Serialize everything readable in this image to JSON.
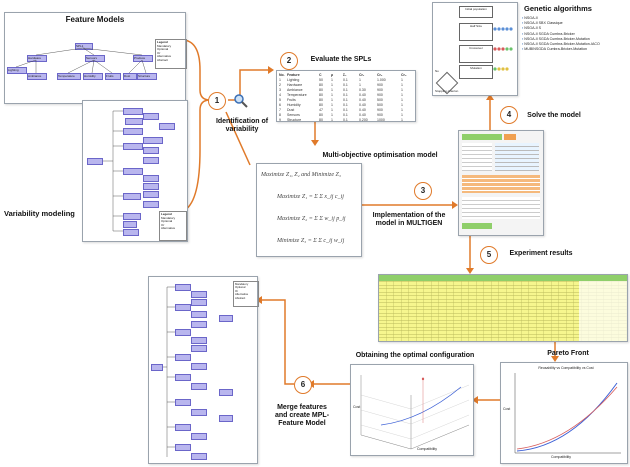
{
  "labels": {
    "feature_models": "Feature Models",
    "variability_modeling": "Variability modeling",
    "identification": "Identification of variability",
    "evaluate": "Evaluate the SPLs",
    "mo_model": "Multi-objective optimisation model",
    "implementation": "Implementation of the model  in MULTIGEN",
    "solve": "Solve the model",
    "genetic": "Genetic algorithms",
    "experiment": "Experiment results",
    "pareto": "Pareto Front",
    "optimal": "Obtaining the optimal configuration",
    "merge": "Merge features and create MPL-Feature Model"
  },
  "steps": [
    "1",
    "2",
    "3",
    "4",
    "5",
    "6"
  ],
  "feature_model": {
    "root": "SPL1",
    "level1": [
      "Hardware",
      "Sensors",
      "Produce"
    ],
    "level2": [
      "Lighting",
      "Ambiance",
      "Temperature",
      "Humidity",
      "Fruits",
      "Dust",
      "Structure"
    ],
    "legend_title": "Legend",
    "legend_items": [
      "Mandatory",
      "Optional",
      "Or",
      "Alternative",
      "Abstract",
      "Concrete"
    ]
  },
  "spl_table": {
    "headers": [
      "No.",
      "Feature",
      "C",
      "ρ",
      "Σ₁",
      "Cr₁",
      "Cr₂",
      "Cr₃"
    ],
    "rows": [
      [
        "1",
        "Lighting",
        "50",
        "1",
        "0.1",
        "1",
        "1.000",
        "1"
      ],
      [
        "2",
        "Hardware",
        "80",
        "1",
        "0.1",
        "1",
        "900",
        "1"
      ],
      [
        "3",
        "Ambiance",
        "80",
        "1",
        "0.1",
        "0.30",
        "900",
        "1"
      ],
      [
        "4",
        "Temperature",
        "80",
        "1",
        "0.1",
        "0.40",
        "900",
        "1"
      ],
      [
        "5",
        "Fruits",
        "80",
        "1",
        "0.1",
        "0.40",
        "500",
        "1"
      ],
      [
        "6",
        "Humidity",
        "80",
        "1",
        "0.1",
        "0.40",
        "500",
        "1"
      ],
      [
        "7",
        "Dust",
        "47",
        "1",
        "0.1",
        "0.40",
        "900",
        "1"
      ],
      [
        "8",
        "Sensors",
        "80",
        "1",
        "0.1",
        "0.40",
        "900",
        "1"
      ],
      [
        "9",
        "Structure",
        "80",
        "1",
        "0.1",
        "0.200",
        "1000",
        "1"
      ]
    ]
  },
  "equations": {
    "line1": "Maximize  Z₁, Z₂  and  Minimize  Z₃",
    "line2": "Maximize  Z₁ = Σ Σ x_ij c_ij",
    "line3": "Maximize  Z₂ = Σ Σ w_ij p_ij",
    "line4": "Minimize  Z₃ = Σ Σ c_ij w_ij"
  },
  "genetic_algorithms_list": [
    "NSGA-II",
    "NSGA-II SBX Classique",
    "NSGA-II S",
    "NSGA-II SGDA Cumbra-Bricker",
    "NSGA-II SGDA Cumbra-Bricker-Mutation",
    "NSGA-II SGDA Cumbra-Bricker-Mutation-IACO",
    "MUBINSGDA Cumbra-Bricker-Mutation"
  ],
  "gui_labels": [
    "Initial population",
    "Half Size",
    "Crossover",
    "Mutation",
    "Stopping criterion",
    "No"
  ],
  "pareto_title": "Reusability vs Compatibility vs Cost",
  "pareto_axis": {
    "x": "Compatibility",
    "y": "Cost"
  },
  "optimal_axis": {
    "x": "Compatibility",
    "y": "Cost"
  },
  "colors": {
    "arrow": "#e07a2a",
    "node_fill": "#b9b6ee",
    "node_stroke": "#6b66c9",
    "sheet_yellow": "#f6f68e",
    "sheet_green": "#8fcf6a"
  }
}
